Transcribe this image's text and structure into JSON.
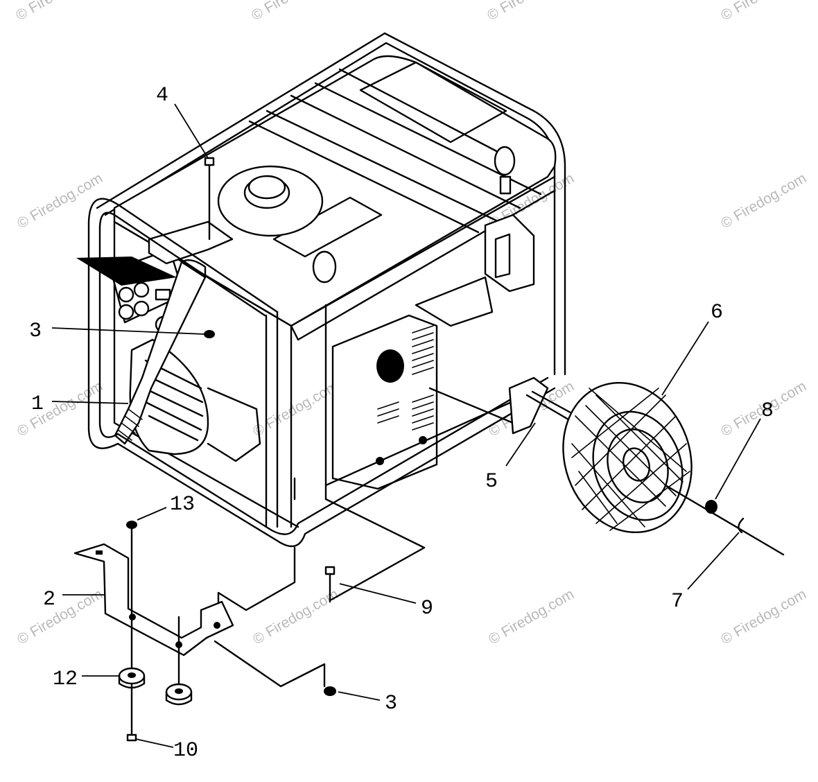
{
  "diagram": {
    "callouts": [
      {
        "id": "c1",
        "label": "1"
      },
      {
        "id": "c2",
        "label": "2"
      },
      {
        "id": "c3a",
        "label": "3"
      },
      {
        "id": "c3b",
        "label": "3"
      },
      {
        "id": "c4",
        "label": "4"
      },
      {
        "id": "c5",
        "label": "5"
      },
      {
        "id": "c6",
        "label": "6"
      },
      {
        "id": "c7",
        "label": "7"
      },
      {
        "id": "c8",
        "label": "8"
      },
      {
        "id": "c9",
        "label": "9"
      },
      {
        "id": "c10",
        "label": "10"
      },
      {
        "id": "c12",
        "label": "12"
      },
      {
        "id": "c13",
        "label": "13"
      }
    ],
    "watermark": "© Firedog.com"
  }
}
